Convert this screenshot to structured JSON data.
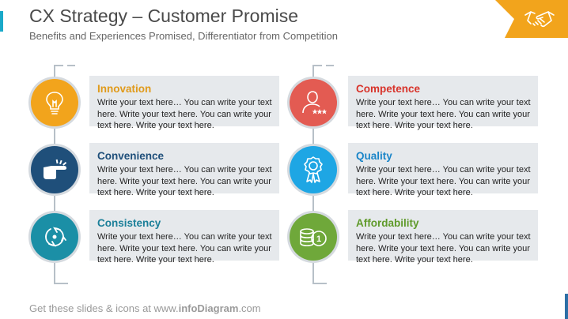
{
  "header": {
    "title": "CX Strategy – Customer Promise",
    "subtitle": "Benefits and Experiences Promised, Differentiator from Competition"
  },
  "badge": {
    "icon": "handshake-icon",
    "color": "#f2a41c"
  },
  "left_items": [
    {
      "title": "Innovation",
      "body": "Write your text here… You can write your text here. Write your text here. You can write your text here. Write your text here.",
      "color": "#f2a41c",
      "icon": "lightbulb-icon"
    },
    {
      "title": "Convenience",
      "body": "Write your text here… You can write your text here. Write your text here. You can write your text here. Write your text here.",
      "color": "#1f4f7a",
      "icon": "finger-snap-icon"
    },
    {
      "title": "Consistency",
      "body": "Write your text here… You can write your text here. Write your text here. You can write your text here. Write your text here.",
      "color": "#1b8fa6",
      "icon": "circular-arrows-icon"
    }
  ],
  "right_items": [
    {
      "title": "Competence",
      "body": "Write your text here… You can write your text here. Write your text here. You can write your text here. Write your text here.",
      "color": "#e35b52",
      "icon": "person-stars-icon"
    },
    {
      "title": "Quality",
      "body": "Write your text here… You can write your text here. Write your text here. You can write your text here. Write your text here.",
      "color": "#1ea6e4",
      "icon": "award-ribbon-icon"
    },
    {
      "title": "Affordability",
      "body": "Write your text here… You can write your text here. Write your text here. You can write your text here. Write your text here.",
      "color": "#6fa83a",
      "icon": "coins-icon"
    }
  ],
  "title_colors": {
    "Innovation": "#e09a1a",
    "Convenience": "#1f4f7a",
    "Consistency": "#1b7f99",
    "Competence": "#d8332a",
    "Quality": "#1a85c8",
    "Affordability": "#5f9a2a"
  },
  "footer": {
    "prefix": "Get these slides & icons at www.",
    "brand": "infoDiagram",
    "suffix": ".com"
  }
}
